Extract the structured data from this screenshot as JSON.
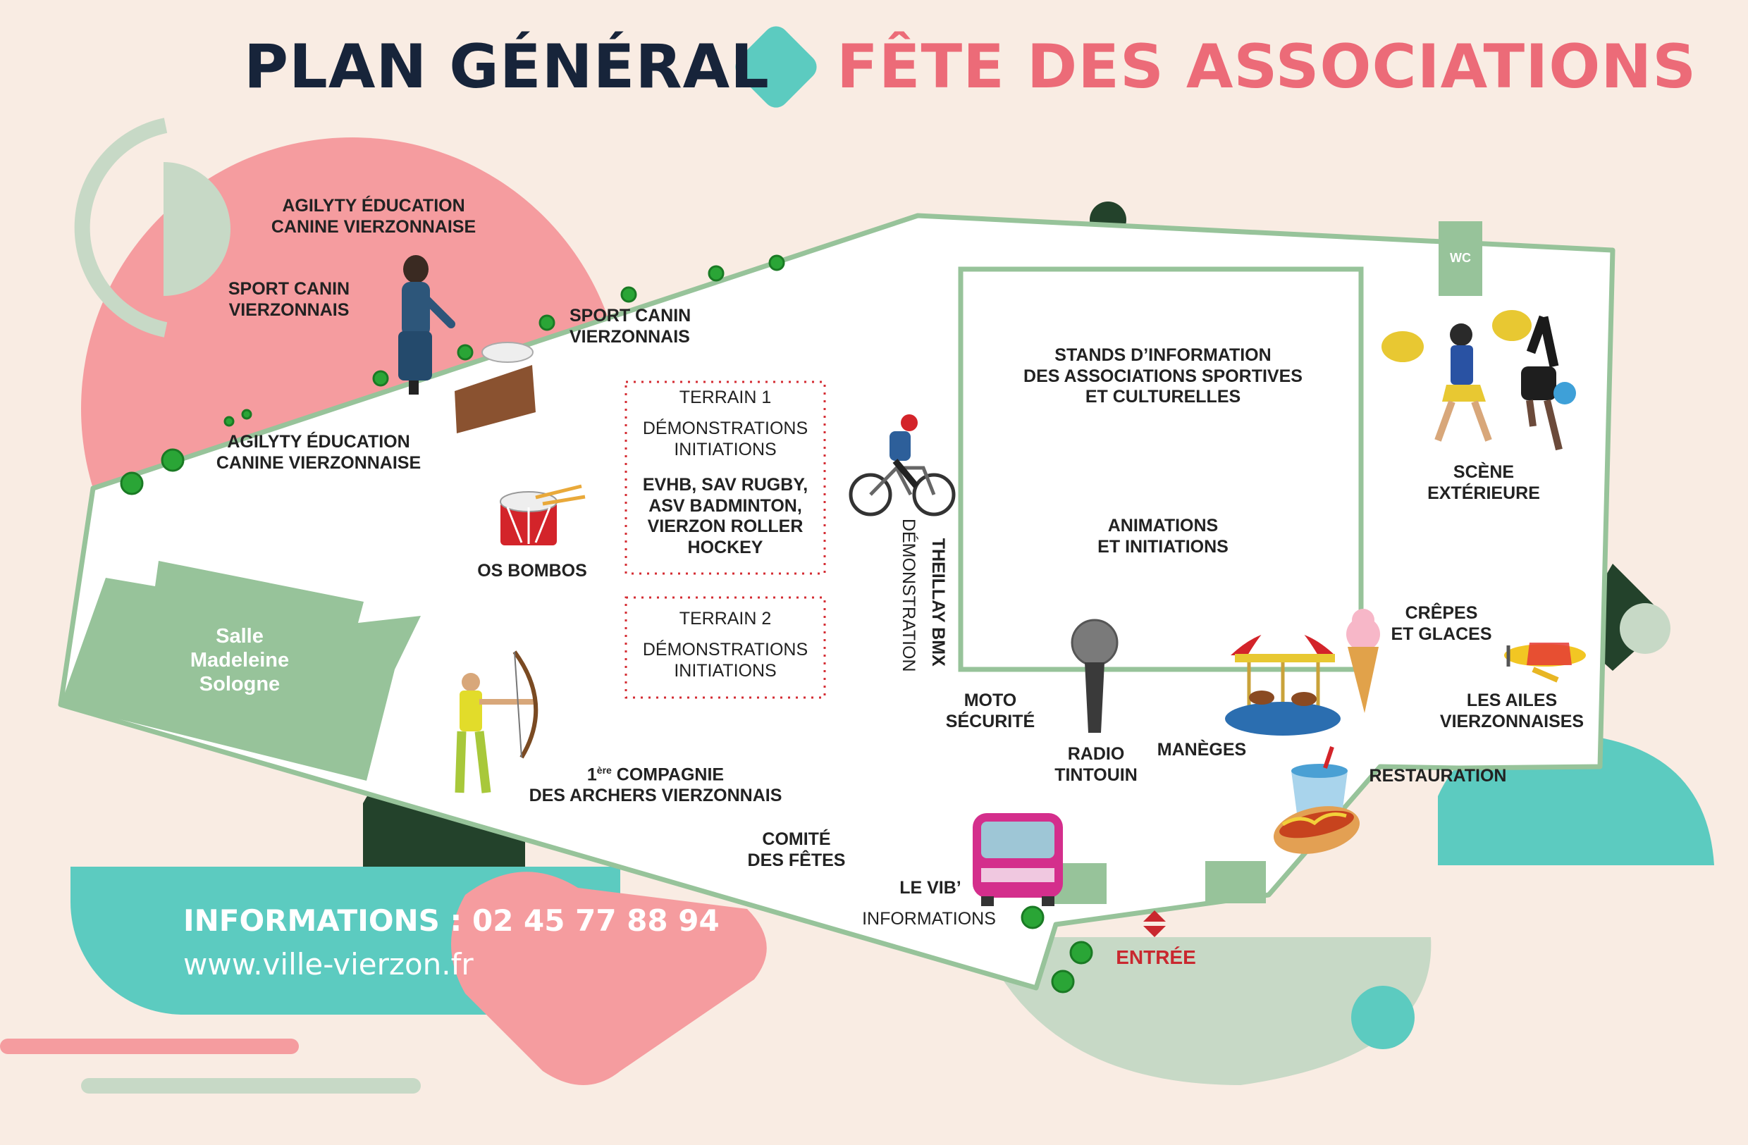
{
  "title": {
    "left": "PLAN GÉNÉRAL",
    "right": "FÊTE DES ASSOCIATIONS"
  },
  "colors": {
    "navy": "#17243a",
    "coral": "#ec6b78",
    "pink": "#f59c9f",
    "teal": "#5ccbc0",
    "sage": "#c7d9c6",
    "green_dark": "#23422b",
    "green_area": "#97c39a",
    "cream": "#f9ece3",
    "red_text": "#c9282f"
  },
  "labels": {
    "agility_top": "AGILYTY ÉDUCATION\nCANINE VIERZONNAISE",
    "sport_canin_left": "SPORT CANIN\nVIERZONNAIS",
    "sport_canin_mid": "SPORT CANIN\nVIERZONNAIS",
    "agility_mid": "AGILYTY ÉDUCATION\nCANINE VIERZONNAISE",
    "os_bombos": "OS BOMBOS",
    "salle": "Salle\nMadeleine\nSologne",
    "terrain1_title": "TERRAIN 1",
    "terrain1_demo": "DÉMONSTRATIONS\nINITIATIONS",
    "terrain1_clubs": "EVHB, SAV RUGBY,\nASV BADMINTON,\nVIERZON ROLLER\nHOCKEY",
    "terrain2_title": "TERRAIN 2",
    "terrain2_demo": "DÉMONSTRATIONS\nINITIATIONS",
    "bmx_name": "THEILLAY BMX",
    "bmx_demo": "DÉMONSTRATION",
    "stands": "STANDS D’INFORMATION\nDES ASSOCIATIONS SPORTIVES\nET CULTURELLES",
    "animations": "ANIMATIONS\nET INITIATIONS",
    "wc": "WC",
    "scene": "SCÈNE\nEXTÉRIEURE",
    "crepes": "CRÊPES\nET GLACES",
    "ailes": "LES AILES\nVIERZONNAISES",
    "moto": "MOTO\nSÉCURITÉ",
    "radio": "RADIO\nTINTOUIN",
    "maneges": "MANÈGES",
    "restauration": "RESTAURATION",
    "archers_ordinal": "1",
    "archers_sup": "ère",
    "archers": " COMPAGNIE\nDES ARCHERS VIERZONNAIS",
    "comite": "COMITÉ\nDES FÊTES",
    "vib": "LE VIB’",
    "vib_info": "INFORMATIONS",
    "entree": "ENTRÉE"
  },
  "info": {
    "prefix": "INFORMATIONS : ",
    "phone": "02 45 77 88 94",
    "website": "www.ville-vierzon.fr"
  },
  "icons": [
    "diamond-icon",
    "dog-trainer-icon",
    "drum-icon",
    "cyclist-icon",
    "archer-icon",
    "cheerleader-icon",
    "breakdancer-icon",
    "microphone-icon",
    "carousel-icon",
    "ice-cream-icon",
    "airplane-icon",
    "bus-icon",
    "hotdog-icon",
    "drink-icon",
    "entrance-arrow-icon",
    "tree-icon"
  ]
}
